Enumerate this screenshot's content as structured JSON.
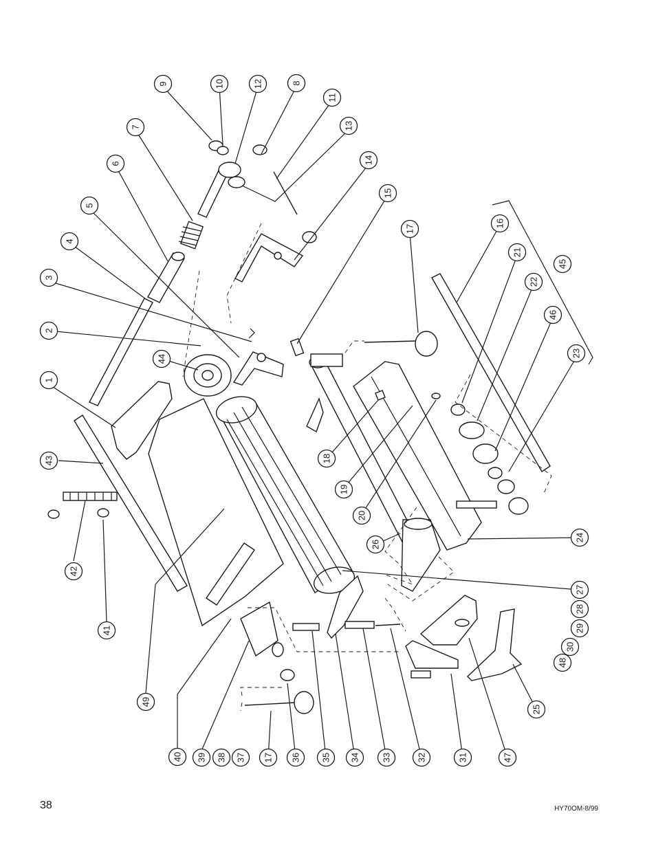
{
  "page": {
    "number": "38",
    "doc_code": "HY70OM-8/99"
  },
  "callouts": [
    "1",
    "2",
    "3",
    "4",
    "5",
    "6",
    "7",
    "8",
    "9",
    "10",
    "11",
    "12",
    "13",
    "14",
    "15",
    "16",
    "17",
    "18",
    "19",
    "20",
    "21",
    "22",
    "23",
    "24",
    "25",
    "26",
    "27",
    "28",
    "29",
    "30",
    "31",
    "32",
    "33",
    "34",
    "35",
    "36",
    "37",
    "38",
    "39",
    "40",
    "41",
    "42",
    "43",
    "44",
    "45",
    "46",
    "47",
    "48",
    "49"
  ]
}
